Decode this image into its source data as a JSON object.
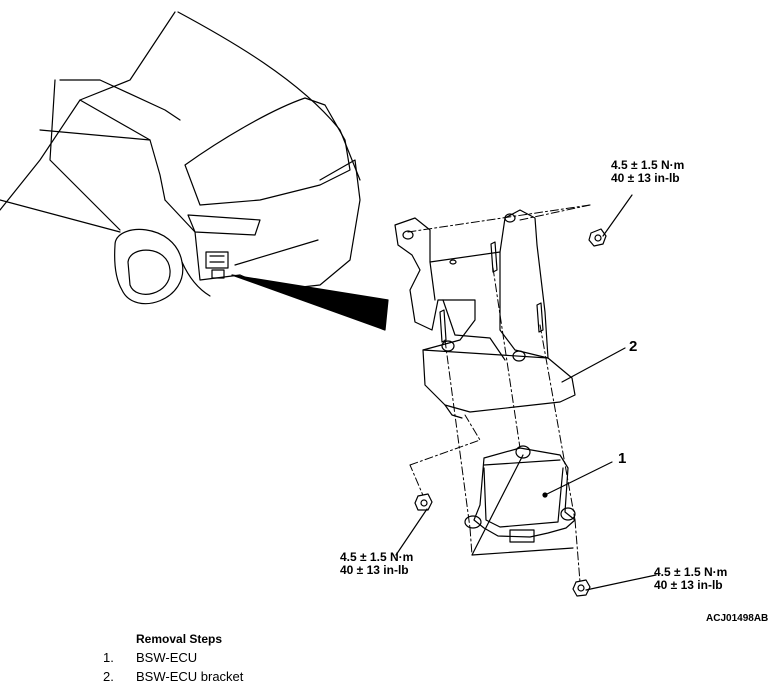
{
  "torque_labels": [
    {
      "nm": "4.5 ± 1.5 N·m",
      "inlb": "40 ± 13 in-lb"
    },
    {
      "nm": "4.5 ± 1.5 N·m",
      "inlb": "40 ± 13 in-lb"
    },
    {
      "nm": "4.5 ± 1.5 N·m",
      "inlb": "40 ± 13 in-lb"
    }
  ],
  "callouts": [
    "1",
    "2"
  ],
  "figure_code": "ACJ01498AB",
  "removal": {
    "title": "Removal Steps",
    "steps": [
      {
        "number": "1.",
        "label": "BSW-ECU"
      },
      {
        "number": "2.",
        "label": "BSW-ECU bracket"
      }
    ]
  }
}
